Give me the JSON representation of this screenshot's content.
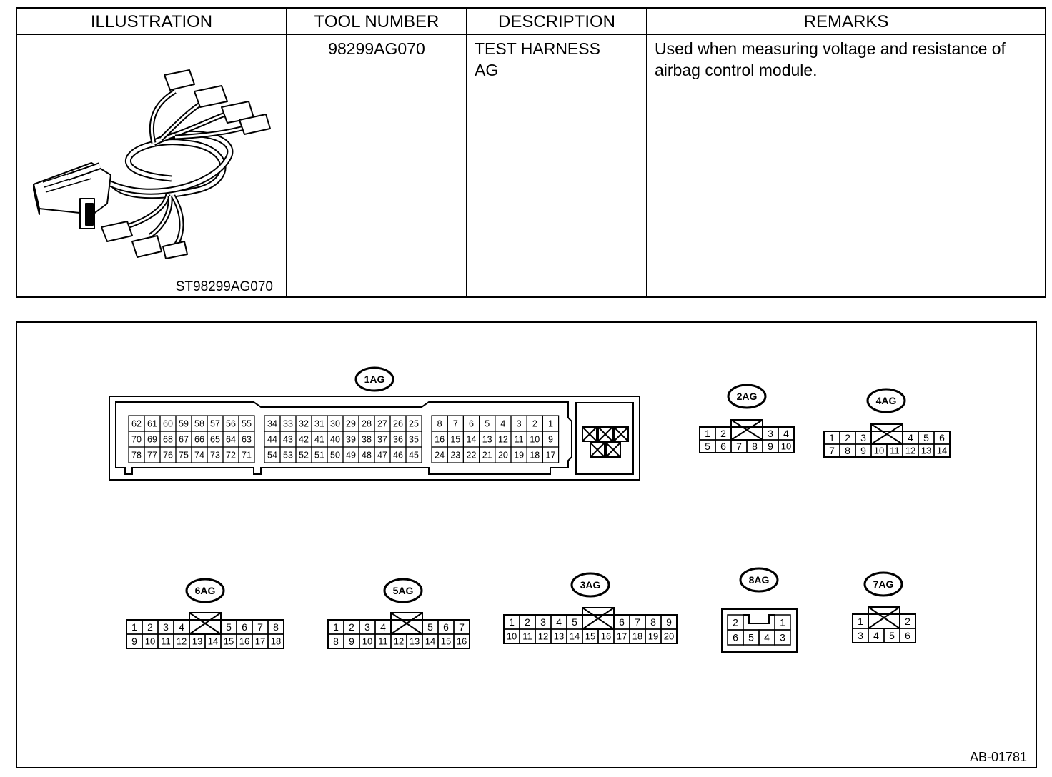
{
  "table": {
    "headers": {
      "illustration": "ILLUSTRATION",
      "tool_number": "TOOL NUMBER",
      "description": "DESCRIPTION",
      "remarks": "REMARKS"
    },
    "row": {
      "tool_number": "98299AG070",
      "description_lines": [
        "TEST HARNESS",
        "AG"
      ],
      "remarks_lines": [
        "Used when measuring voltage and resistance of",
        "airbag control module."
      ],
      "illustration_caption": "ST98299AG070"
    }
  },
  "diagram": {
    "figure_id": "AB-01781",
    "connectors": [
      {
        "id": "1AG",
        "type": "ecu-block",
        "blocks": [
          {
            "rows": [
              [
                "62",
                "61",
                "60",
                "59",
                "58",
                "57",
                "56",
                "55"
              ],
              [
                "70",
                "69",
                "68",
                "67",
                "66",
                "65",
                "64",
                "63"
              ],
              [
                "78",
                "77",
                "76",
                "75",
                "74",
                "73",
                "72",
                "71"
              ]
            ]
          },
          {
            "rows": [
              [
                "34",
                "33",
                "32",
                "31",
                "30",
                "29",
                "28",
                "27",
                "26",
                "25"
              ],
              [
                "44",
                "43",
                "42",
                "41",
                "40",
                "39",
                "38",
                "37",
                "36",
                "35"
              ],
              [
                "54",
                "53",
                "52",
                "51",
                "50",
                "49",
                "48",
                "47",
                "46",
                "45"
              ]
            ]
          },
          {
            "rows": [
              [
                "8",
                "7",
                "6",
                "5",
                "4",
                "3",
                "2",
                "1"
              ],
              [
                "16",
                "15",
                "14",
                "13",
                "12",
                "11",
                "10",
                "9"
              ],
              [
                "24",
                "23",
                "22",
                "21",
                "20",
                "19",
                "18",
                "17"
              ]
            ]
          }
        ]
      },
      {
        "id": "2AG",
        "type": "latch",
        "top": [
          "1",
          "2",
          "X",
          "3",
          "4"
        ],
        "bottom": [
          "5",
          "6",
          "7",
          "8",
          "9",
          "10"
        ]
      },
      {
        "id": "4AG",
        "type": "latch",
        "top": [
          "1",
          "2",
          "3",
          "X",
          "4",
          "5",
          "6"
        ],
        "bottom": [
          "7",
          "8",
          "9",
          "10",
          "11",
          "12",
          "13",
          "14"
        ]
      },
      {
        "id": "6AG",
        "type": "latch",
        "top": [
          "1",
          "2",
          "3",
          "4",
          "X",
          "5",
          "6",
          "7",
          "8"
        ],
        "bottom": [
          "9",
          "10",
          "11",
          "12",
          "13",
          "14",
          "15",
          "16",
          "17",
          "18"
        ]
      },
      {
        "id": "5AG",
        "type": "latch",
        "top": [
          "1",
          "2",
          "3",
          "4",
          "X",
          "5",
          "6",
          "7"
        ],
        "bottom": [
          "8",
          "9",
          "10",
          "11",
          "12",
          "13",
          "14",
          "15",
          "16"
        ]
      },
      {
        "id": "3AG",
        "type": "latch",
        "top": [
          "1",
          "2",
          "3",
          "4",
          "5",
          "X",
          "6",
          "7",
          "8",
          "9"
        ],
        "bottom": [
          "10",
          "11",
          "12",
          "13",
          "14",
          "15",
          "16",
          "17",
          "18",
          "19",
          "20"
        ]
      },
      {
        "id": "8AG",
        "type": "boxed",
        "top": [
          "2",
          "KEY",
          "1"
        ],
        "bottom": [
          "6",
          "5",
          "4",
          "3"
        ]
      },
      {
        "id": "7AG",
        "type": "latch",
        "top": [
          "1",
          "X",
          "2"
        ],
        "bottom": [
          "3",
          "4",
          "5",
          "6"
        ]
      }
    ]
  },
  "icons": {
    "harness_illustration": "wire-harness-drawing"
  }
}
